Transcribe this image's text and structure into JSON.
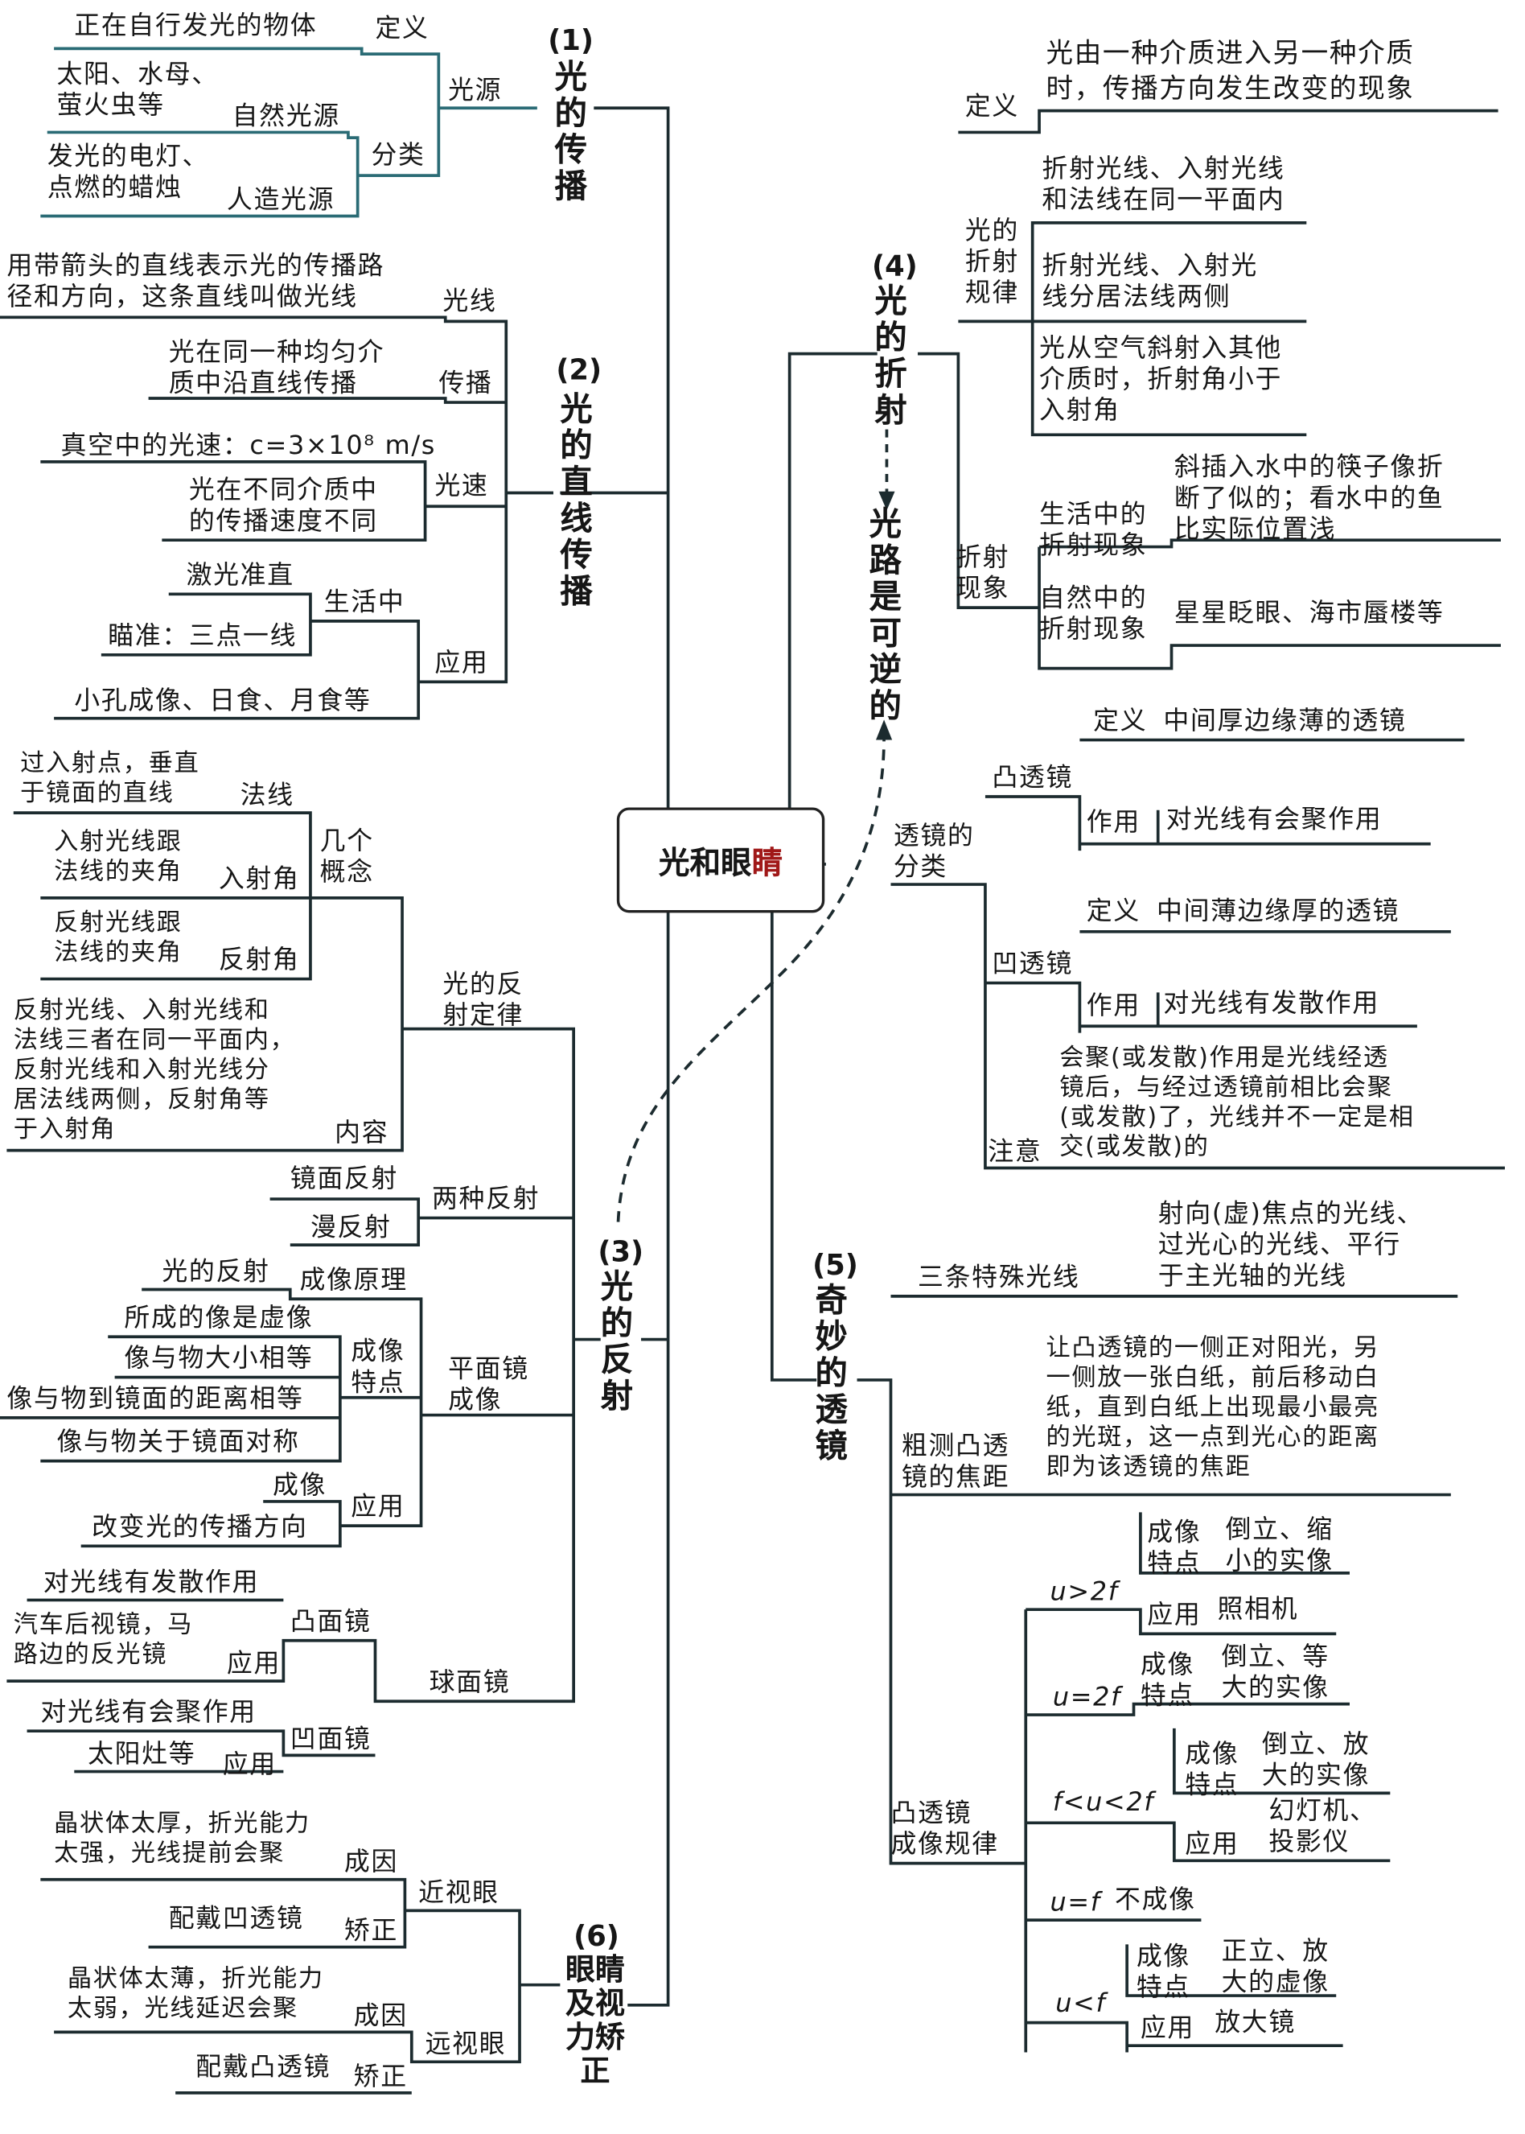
{
  "center": {
    "title_main": "光和眼",
    "title_accent": "睛"
  },
  "s1": {
    "num": "(1)",
    "title": "光的传播",
    "source": "光源",
    "def_label": "定义",
    "def": "正在自行发光的物体",
    "classify": "分类",
    "natural": "自然光源",
    "natural_ex": "太阳、水母、\n萤火虫等",
    "artificial": "人造光源",
    "artificial_ex": "发光的电灯、\n点燃的蜡烛"
  },
  "s2": {
    "num": "(2)",
    "title": "光的直线传播",
    "ray": "光线",
    "ray_text": "用带箭头的直线表示光的传播路\n径和方向，这条直线叫做光线",
    "prop": "传播",
    "prop_text": "光在同一种均匀介\n质中沿直线传播",
    "speed": "光速",
    "speed_vacuum": "真空中的光速：c=3×10⁸ m/s",
    "speed_media": "光在不同介质中\n的传播速度不同",
    "app": "应用",
    "life": "生活中",
    "laser": "激光准直",
    "aim": "瞄准：三点一线",
    "pinhole": "小孔成像、日食、月食等"
  },
  "s3": {
    "num": "(3)",
    "title": "光的反射",
    "law": "光的反\n射定律",
    "concepts": "几个\n概念",
    "normal": "法线",
    "normal_text": "过入射点，垂直\n于镜面的直线",
    "incidence": "入射角",
    "incidence_text": "入射光线跟\n法线的夹角",
    "reflection": "反射角",
    "reflection_text": "反射光线跟\n法线的夹角",
    "content": "内容",
    "content_text": "反射光线、入射光线和\n法线三者在同一平面内，\n反射光线和入射光线分\n居法线两侧，反射角等\n于入射角",
    "two": "两种反射",
    "specular": "镜面反射",
    "diffuse": "漫反射",
    "plane": "平面镜\n成像",
    "principle": "成像原理",
    "principle_text": "光的反射",
    "features": "成像\n特点",
    "f1": "所成的像是虚像",
    "f2": "像与物大小相等",
    "f3": "像与物到镜面的距离相等",
    "f4": "像与物关于镜面对称",
    "plane_app": "应用",
    "plane_app1": "成像",
    "plane_app2": "改变光的传播方向",
    "spherical": "球面镜",
    "convex": "凸面镜",
    "convex_effect": "对光线有发散作用",
    "convex_app": "应用",
    "convex_app_text": "汽车后视镜，马\n路边的反光镜",
    "concave": "凹面镜",
    "concave_effect": "对光线有会聚作用",
    "concave_app": "应用",
    "concave_app_text": "太阳灶等"
  },
  "s4": {
    "num": "(4)",
    "title": "光的折射",
    "reversible": "光路是可逆的",
    "def_label": "定义",
    "def": "光由一种介质进入另一种介质\n时，传播方向发生改变的现象",
    "law": "光的\n折射\n规律",
    "law1": "折射光线、入射光线\n和法线在同一平面内",
    "law2": "折射光线、入射光\n线分居法线两侧",
    "law3": "光从空气斜射入其他\n介质时，折射角小于\n入射角",
    "phen": "折射\n现象",
    "life": "生活中的\n折射现象",
    "life_text": "斜插入水中的筷子像折\n断了似的；看水中的鱼\n比实际位置浅",
    "nature": "自然中的\n折射现象",
    "nature_text": "星星眨眼、海市蜃楼等"
  },
  "s5": {
    "num": "(5)",
    "title": "奇妙的透镜",
    "types": "透镜的\n分类",
    "convex": "凸透镜",
    "concave": "凹透镜",
    "def_label": "定义",
    "effect_label": "作用",
    "convex_def": "中间厚边缘薄的透镜",
    "convex_effect": "对光线有会聚作用",
    "concave_def": "中间薄边缘厚的透镜",
    "concave_effect": "对光线有发散作用",
    "note": "注意",
    "note_text": "会聚(或发散)作用是光线经透\n镜后，与经过透镜前相比会聚\n(或发散)了，光线并不一定是相\n交(或发散)的",
    "rays": "三条特殊光线",
    "rays_text": "射向(虚)焦点的光线、\n过光心的光线、平行\n于主光轴的光线",
    "focal": "粗测凸透\n镜的焦距",
    "focal_text": "让凸透镜的一侧正对阳光，另\n一侧放一张白纸，前后移动白\n纸，直到白纸上出现最小最亮\n的光斑，这一点到光心的距离\n即为该透镜的焦距",
    "imaging": "凸透镜\n成像规律",
    "feature_label": "成像\n特点",
    "app_label": "应用",
    "c1": "u>2f",
    "c1_feat": "倒立、缩\n小的实像",
    "c1_app": "照相机",
    "c2": "u=2f",
    "c2_feat": "倒立、等\n大的实像",
    "c3": "f<u<2f",
    "c3_feat": "倒立、放\n大的实像",
    "c3_app": "幻灯机、\n投影仪",
    "c4": "u=f",
    "c4_feat": "不成像",
    "c5": "u<f",
    "c5_feat": "正立、放\n大的虚像",
    "c5_app": "放大镜"
  },
  "s6": {
    "num": "(6)",
    "title": "眼睛及视力矫正",
    "myopia": "近视眼",
    "myopia_cause": "晶状体太厚，折光能力\n太强，光线提前会聚",
    "myopia_fix": "配戴凹透镜",
    "hyperopia": "远视眼",
    "hyperopia_cause": "晶状体太薄，折光能力\n太弱，光线延迟会聚",
    "hyperopia_fix": "配戴凸透镜",
    "cause_label": "成因",
    "fix_label": "矫正"
  }
}
